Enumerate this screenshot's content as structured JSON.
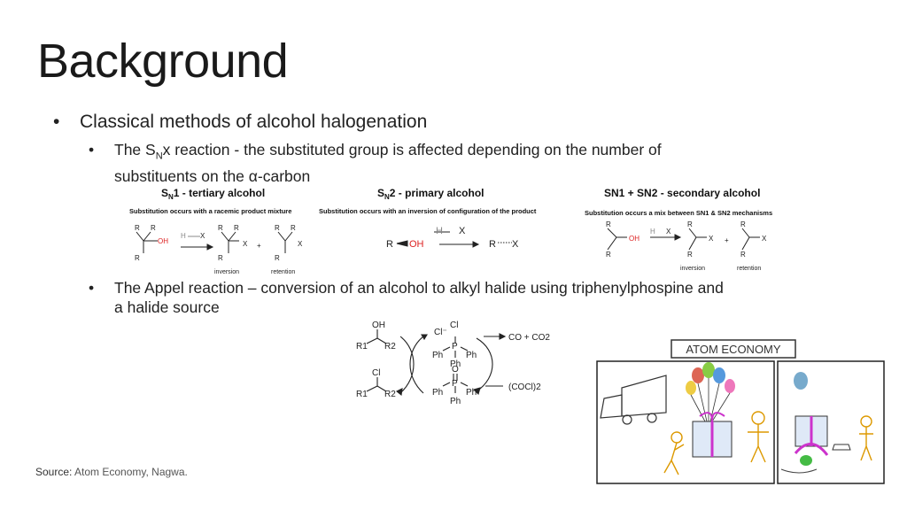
{
  "slide": {
    "title": "Background",
    "bullet1": "Classical methods of alcohol halogenation",
    "bullet2_pre": "The S",
    "bullet2_sub": "N",
    "bullet2_post": "x reaction - the substituted group is affected depending on the number of substituents on the α-carbon",
    "bullet3": "The Appel reaction – conversion of an alcohol to alkyl halide using triphenylphospine and a halide source",
    "source_label": "Source:",
    "source_value": "Atom Economy, Nagwa."
  },
  "sn": {
    "sn1_title_pre": "S",
    "sn1_title_sub": "N",
    "sn1_title_post": "1 - tertiary alcohol",
    "sn1_desc": "Substitution occurs with a racemic product mixture",
    "sn2_title_pre": "S",
    "sn2_title_sub": "N",
    "sn2_title_post": "2 - primary alcohol",
    "sn2_desc": "Substitution occurs with an inversion of configuration of the product",
    "mix_title": "SN1 + SN2 - secondary alcohol",
    "mix_desc": "Substitution occurs a mix between SN1 & SN2 mechanisms",
    "inversion": "inversion",
    "retention": "retention",
    "R": "R",
    "X": "X",
    "H": "H",
    "OH": "OH",
    "plus": "+"
  },
  "appel": {
    "oh": "OH",
    "cl": "Cl",
    "r1": "R1",
    "r2": "R2",
    "cl_minus": "Cl⁻",
    "p": "P",
    "ph": "Ph",
    "o": "O",
    "co": "CO + CO2",
    "cocl": "(COCl)2"
  },
  "cartoon": {
    "label": "ATOM ECONOMY"
  },
  "colors": {
    "oh_red": "#d22",
    "h_gray": "#888"
  }
}
